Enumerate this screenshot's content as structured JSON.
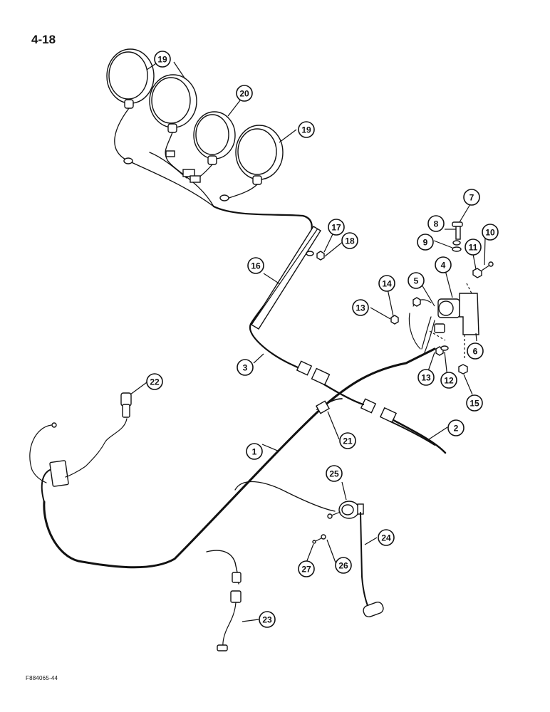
{
  "page": {
    "number": "4-18",
    "figure_code": "F884065-44"
  },
  "colors": {
    "ink": "#111111",
    "paper": "#ffffff"
  },
  "callouts": [
    {
      "id": "c19a",
      "label": "19"
    },
    {
      "id": "c19b",
      "label": "19"
    },
    {
      "id": "c20",
      "label": "20"
    },
    {
      "id": "c7",
      "label": "7"
    },
    {
      "id": "c8",
      "label": "8"
    },
    {
      "id": "c9",
      "label": "9"
    },
    {
      "id": "c10",
      "label": "10"
    },
    {
      "id": "c11",
      "label": "11"
    },
    {
      "id": "c4",
      "label": "4"
    },
    {
      "id": "c5",
      "label": "5"
    },
    {
      "id": "c14",
      "label": "14"
    },
    {
      "id": "c13a",
      "label": "13"
    },
    {
      "id": "c13b",
      "label": "13"
    },
    {
      "id": "c12",
      "label": "12"
    },
    {
      "id": "c6",
      "label": "6"
    },
    {
      "id": "c15",
      "label": "15"
    },
    {
      "id": "c17",
      "label": "17"
    },
    {
      "id": "c18",
      "label": "18"
    },
    {
      "id": "c16",
      "label": "16"
    },
    {
      "id": "c3",
      "label": "3"
    },
    {
      "id": "c22",
      "label": "22"
    },
    {
      "id": "c21",
      "label": "21"
    },
    {
      "id": "c1",
      "label": "1"
    },
    {
      "id": "c2",
      "label": "2"
    },
    {
      "id": "c25",
      "label": "25"
    },
    {
      "id": "c24",
      "label": "24"
    },
    {
      "id": "c27",
      "label": "27"
    },
    {
      "id": "c26",
      "label": "26"
    },
    {
      "id": "c23",
      "label": "23"
    }
  ]
}
